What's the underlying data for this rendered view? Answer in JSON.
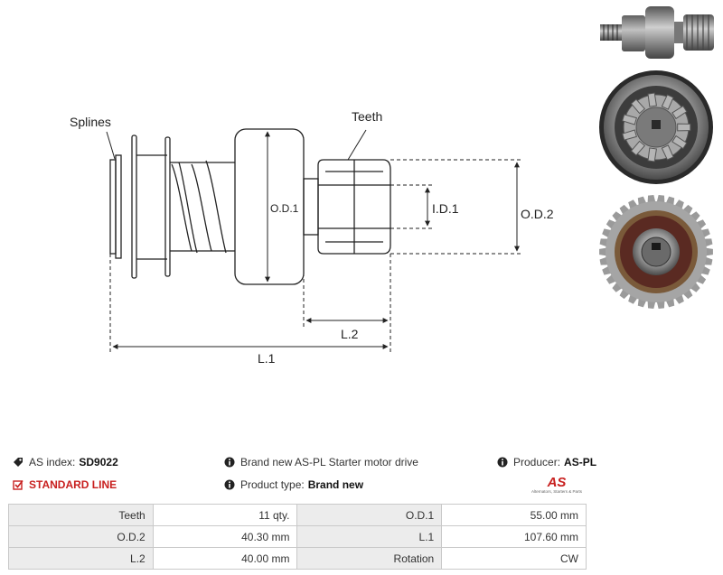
{
  "drawing": {
    "labels": {
      "splines": "Splines",
      "teeth": "Teeth",
      "od1": "O.D.1",
      "id1": "I.D.1",
      "od2": "O.D.2",
      "l2": "L.2",
      "l1": "L.1"
    }
  },
  "info": {
    "index_label": "AS index:",
    "index_value": "SD9022",
    "line_label": "STANDARD LINE",
    "description": "Brand new AS-PL Starter motor drive",
    "product_type_label": "Product type:",
    "product_type_value": "Brand new",
    "producer_label": "Producer:",
    "producer_value": "AS-PL"
  },
  "logo": {
    "mark": "AS",
    "tagline": "Alternators, Starters & Parts"
  },
  "specs": [
    {
      "k1": "Teeth",
      "v1": "11 qty.",
      "k2": "O.D.1",
      "v2": "55.00 mm"
    },
    {
      "k1": "O.D.2",
      "v1": "40.30 mm",
      "k2": "L.1",
      "v2": "107.60 mm"
    },
    {
      "k1": "L.2",
      "v1": "40.00 mm",
      "k2": "Rotation",
      "v2": "CW"
    }
  ],
  "colors": {
    "accent_red": "#c8201f",
    "label_gray": "#ececec",
    "border": "#c9c9c9"
  }
}
